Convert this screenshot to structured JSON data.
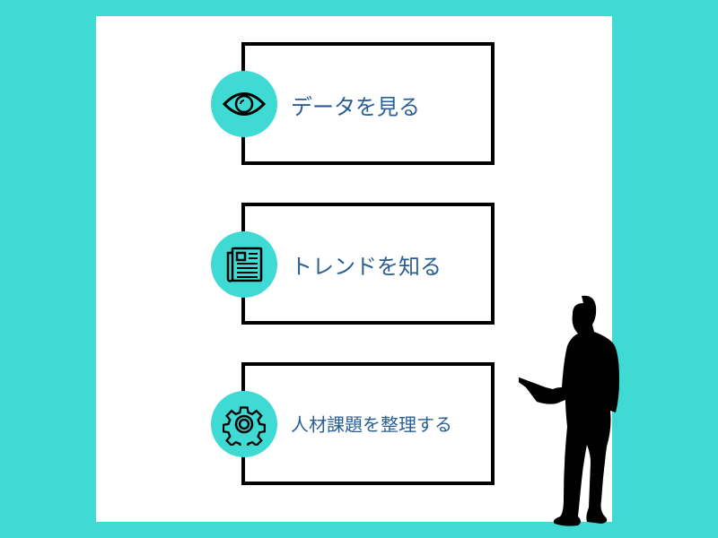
{
  "cards": [
    {
      "label": "データを見る",
      "icon": "eye-icon"
    },
    {
      "label": "トレンドを知る",
      "icon": "newspaper-icon"
    },
    {
      "label": "人材課題を整理する",
      "icon": "gear-icon"
    }
  ],
  "colors": {
    "background": "#40dad5",
    "text": "#2a5f95"
  }
}
